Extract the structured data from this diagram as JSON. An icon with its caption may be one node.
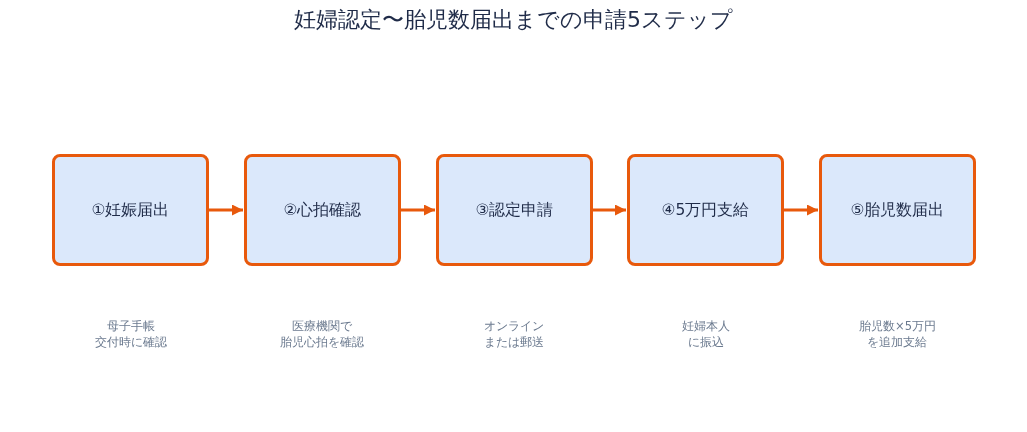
{
  "diagram": {
    "title": "妊婦認定〜胎児数届出までの申請5ステップ",
    "nodes": [
      {
        "text": [
          "①妊娠届出"
        ]
      },
      {
        "text": [
          "②心拍確認"
        ]
      },
      {
        "text": [
          "③認定申請"
        ]
      },
      {
        "text": [
          "④5万円支給"
        ]
      },
      {
        "text": [
          "⑤胎児数届出"
        ]
      }
    ],
    "edges": [
      {
        "from": 0,
        "to": 1,
        "arrow": "to"
      },
      {
        "from": 1,
        "to": 2,
        "arrow": "to"
      },
      {
        "from": 2,
        "to": 3,
        "arrow": "to"
      },
      {
        "from": 3,
        "to": 4,
        "arrow": "to"
      }
    ],
    "labels": [
      "母子手帳交付時に確認",
      "医療機関で胎児心拍を確認",
      "オンラインまたは郵送",
      "妊婦本人に振込",
      "胎児数×5万円を追加支給"
    ]
  }
}
